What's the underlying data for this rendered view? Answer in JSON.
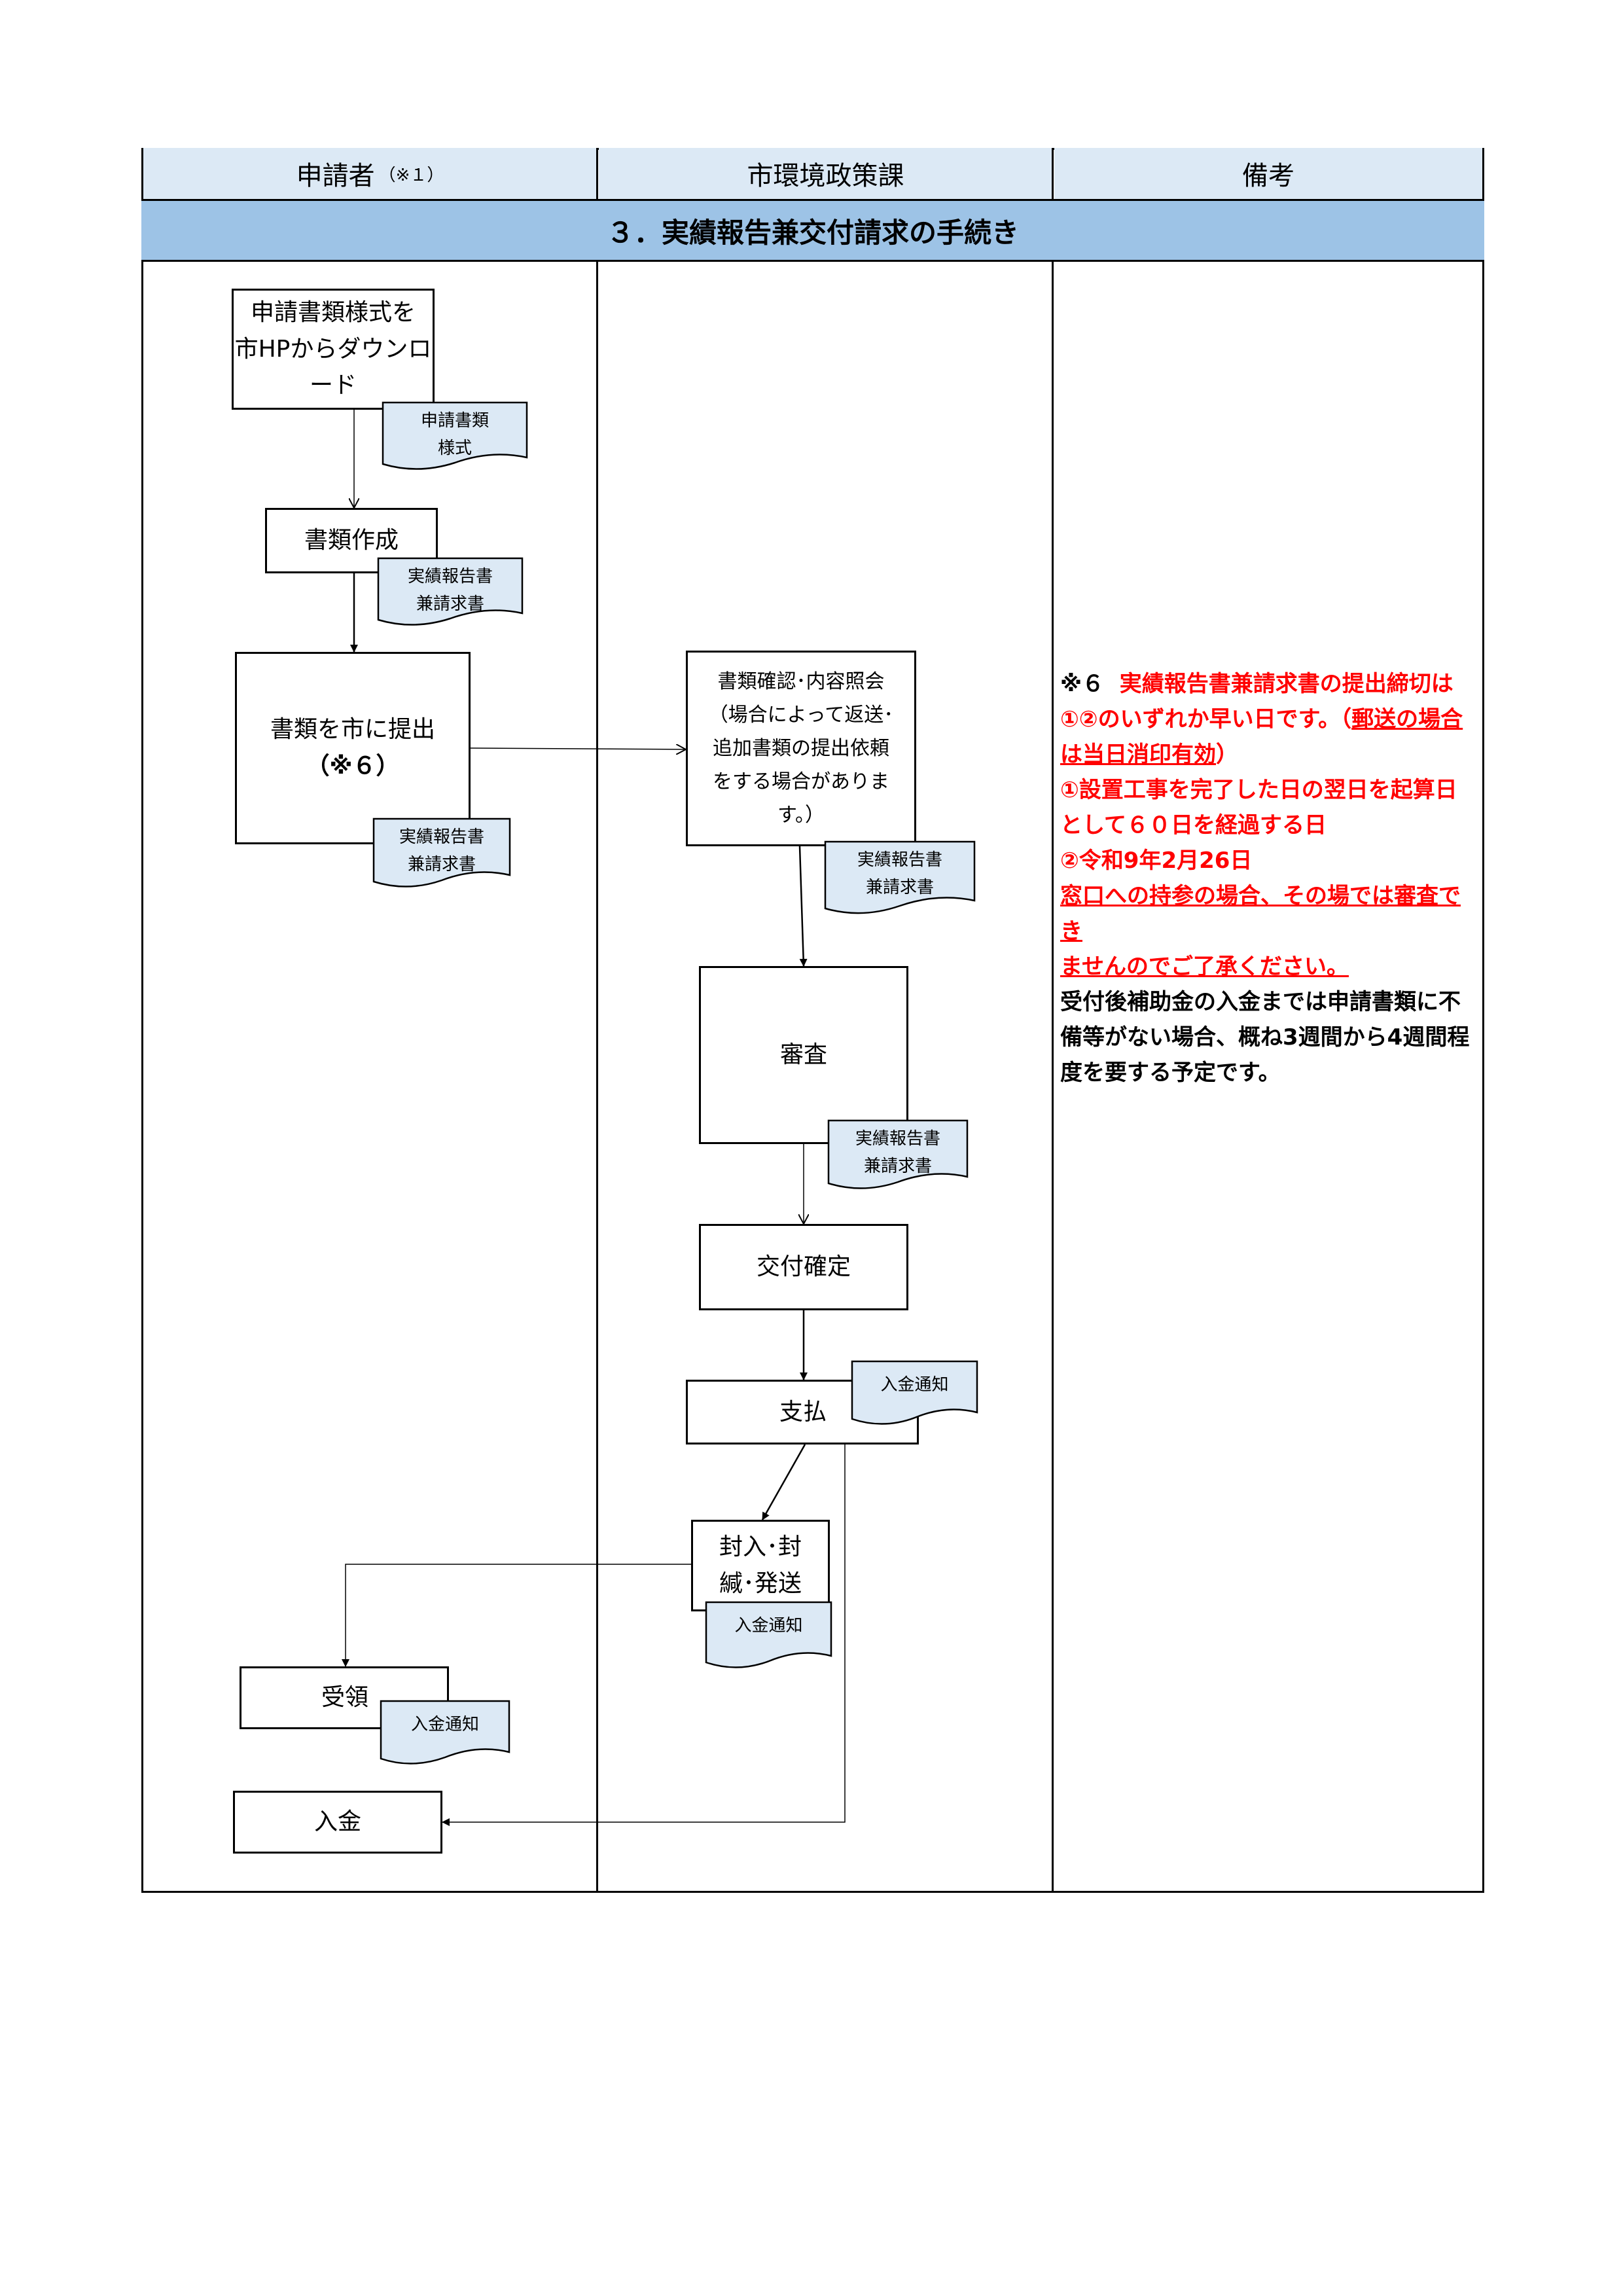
{
  "header": {
    "col1_label": "申請者",
    "col1_note": "（※１）",
    "col2_label": "市環境政策課",
    "col3_label": "備考"
  },
  "section_title": "３．実績報告兼交付請求の手続き",
  "applicant": {
    "download_line1": "申請書類様式を",
    "download_line2": "市HPからダウンロード",
    "doc_form_line1": "申請書類",
    "doc_form_line2": "様式",
    "create": "書類作成",
    "doc_report_line1": "実績報告書",
    "doc_report_line2": "兼請求書",
    "submit_line1": "書類を市に提出",
    "submit_line2": "（※６）",
    "receive": "受領",
    "deposit": "入金"
  },
  "city": {
    "check_line1": "書類確認･内容照会",
    "check_line2": "（場合によって返送･",
    "check_line3": "追加書類の提出依頼",
    "check_line4": "をする場合がありま",
    "check_line5": "す。）",
    "review": "審査",
    "confirm": "交付確定",
    "payment": "支払",
    "seal_line1": "封入･封",
    "seal_line2": "緘･発送",
    "doc_notice": "入金通知"
  },
  "notes": {
    "n1_mark": "※６",
    "n1_text": "実績報告書兼請求書の提出締切は",
    "n2a": "①②のいずれか早い日です。（",
    "n2b": "郵送の場合",
    "n3": "は当日消印有効",
    "n3b": "）",
    "n4": "①設置工事を完了した日の翌日を起算日",
    "n5": "として６０日を経過する日",
    "n6": "②令和9年2月26日",
    "n7": "窓口への持参の場合、その場では審査でき",
    "n8": "ませんのでご了承ください。",
    "n9": "受付後補助金の入金までは申請書類に不",
    "n10": "備等がない場合、概ね3週間から4週間程",
    "n11": "度を要する予定です。"
  }
}
